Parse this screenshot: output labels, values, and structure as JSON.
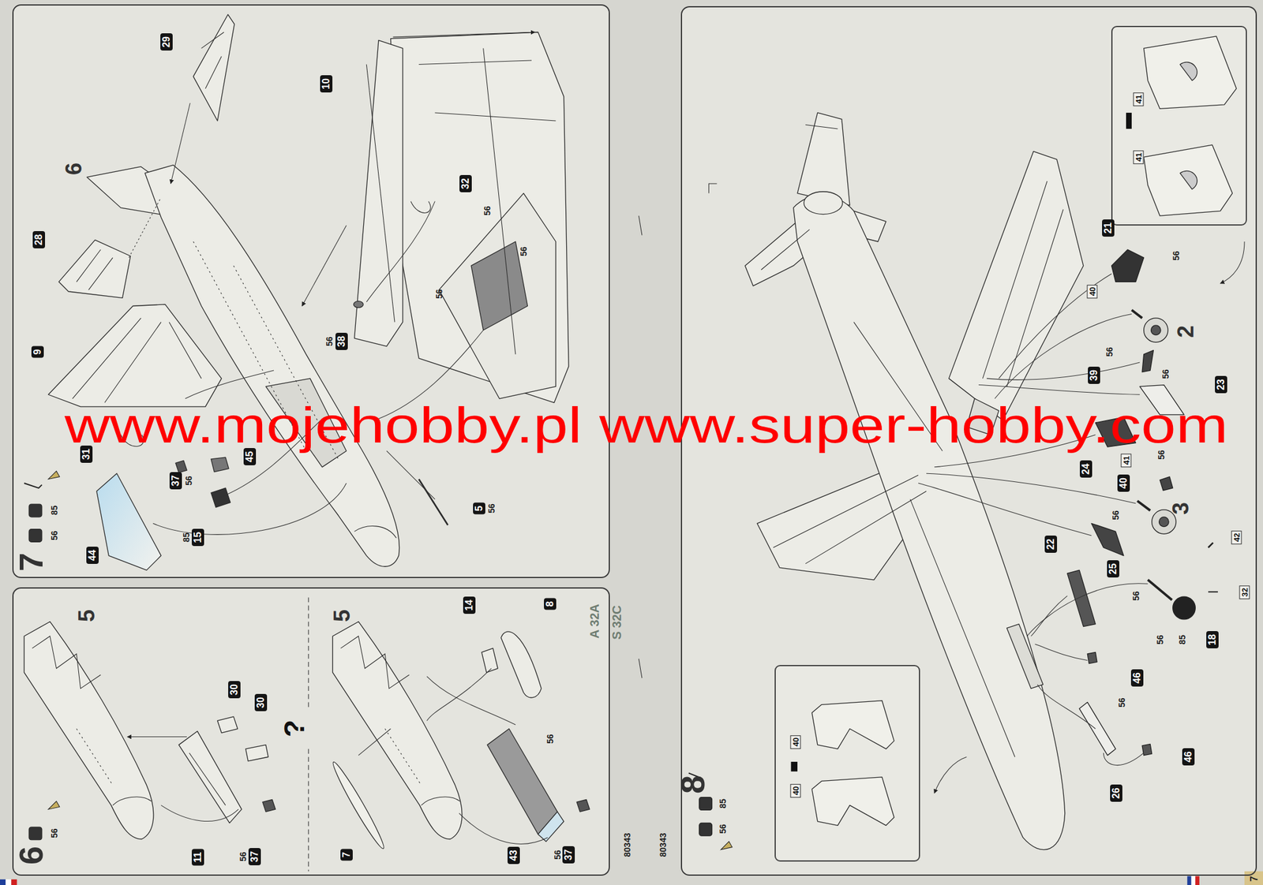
{
  "diagram": {
    "nodes": [
      {
        "text": [
          "7"
        ]
      },
      {
        "text": [
          "6"
        ]
      },
      {
        "text": [
          "8"
        ]
      },
      {
        "text": [
          "41",
          "41"
        ],
        "in": 2
      },
      {
        "text": [
          "40",
          "40"
        ],
        "in": 2
      }
    ],
    "labels": [
      "www.mojehobby.pl www.super-hobby.com",
      "29",
      "10",
      "6",
      "28",
      "32",
      "56",
      "56",
      "56",
      "56",
      "38",
      "9",
      "31",
      "37",
      "56",
      "45",
      "5",
      "56",
      "85",
      "56",
      "85",
      "15",
      "44",
      "5",
      "A 32A",
      "30",
      "30",
      "?",
      "11",
      "56",
      "37",
      "56",
      "14",
      "8",
      "5",
      "S 32C",
      "56",
      "7",
      "43",
      "56",
      "37",
      "80343",
      "80343",
      "21",
      "56",
      "40",
      "2",
      "56",
      "39",
      "56",
      "23",
      "41",
      "56",
      "24",
      "40",
      "3",
      "56",
      "22",
      "42",
      "25",
      "56",
      "32",
      "56",
      "85",
      "18",
      "46",
      "56",
      "26",
      "46",
      "85",
      "56",
      "7"
    ]
  }
}
